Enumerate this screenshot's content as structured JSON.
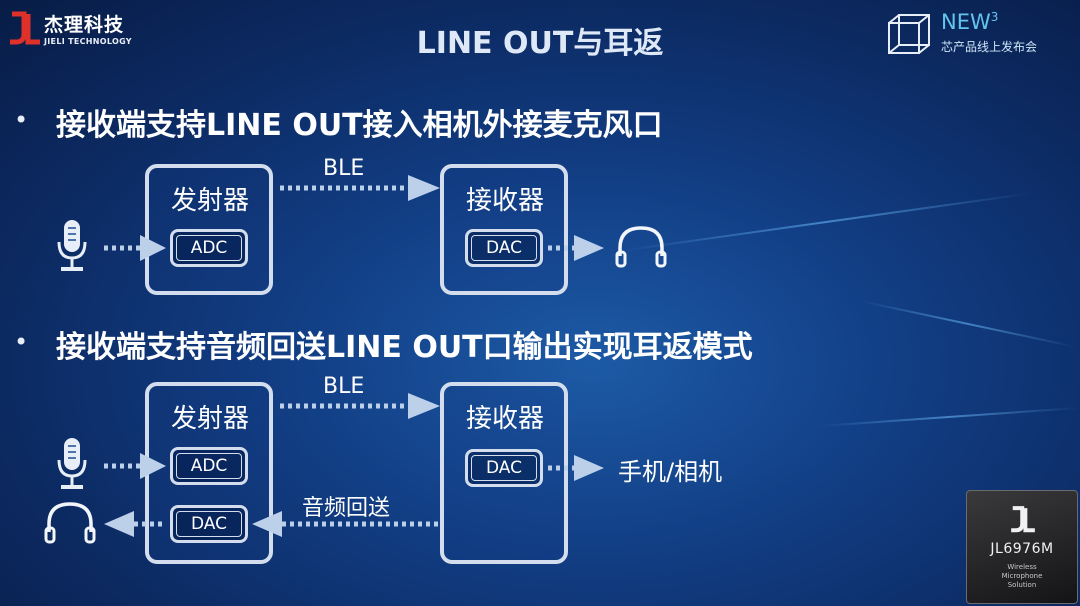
{
  "header": {
    "logo_cn": "杰理科技",
    "logo_en": "JIELI TECHNOLOGY",
    "title": "LINE OUT与耳返",
    "event_name": "NEW",
    "event_sup": "3",
    "event_sub": "芯产品线上发布会"
  },
  "bullets": [
    {
      "text": "接收端支持LINE OUT接入相机外接麦克风口"
    },
    {
      "text": "接收端支持音频回送LINE OUT口输出实现耳返模式"
    }
  ],
  "diagram1": {
    "transmitter": "发射器",
    "receiver": "接收器",
    "adc": "ADC",
    "dac": "DAC",
    "link": "BLE"
  },
  "diagram2": {
    "transmitter": "发射器",
    "receiver": "接收器",
    "adc": "ADC",
    "dac_rx": "DAC",
    "dac_tx": "DAC",
    "link": "BLE",
    "return_link": "音频回送",
    "output_target": "手机/相机"
  },
  "product": {
    "name": "JL6976M",
    "desc": "Wireless\nMicrophone\nSolution"
  },
  "colors": {
    "accent": "#63c4ee",
    "line": "#d3dded",
    "arrow": "#bcd0ea",
    "background": "#123f86"
  },
  "icons": [
    "jl-logo-icon",
    "cube-icon",
    "microphone-icon",
    "headphones-icon",
    "arrow-right-icon",
    "arrow-left-icon"
  ]
}
